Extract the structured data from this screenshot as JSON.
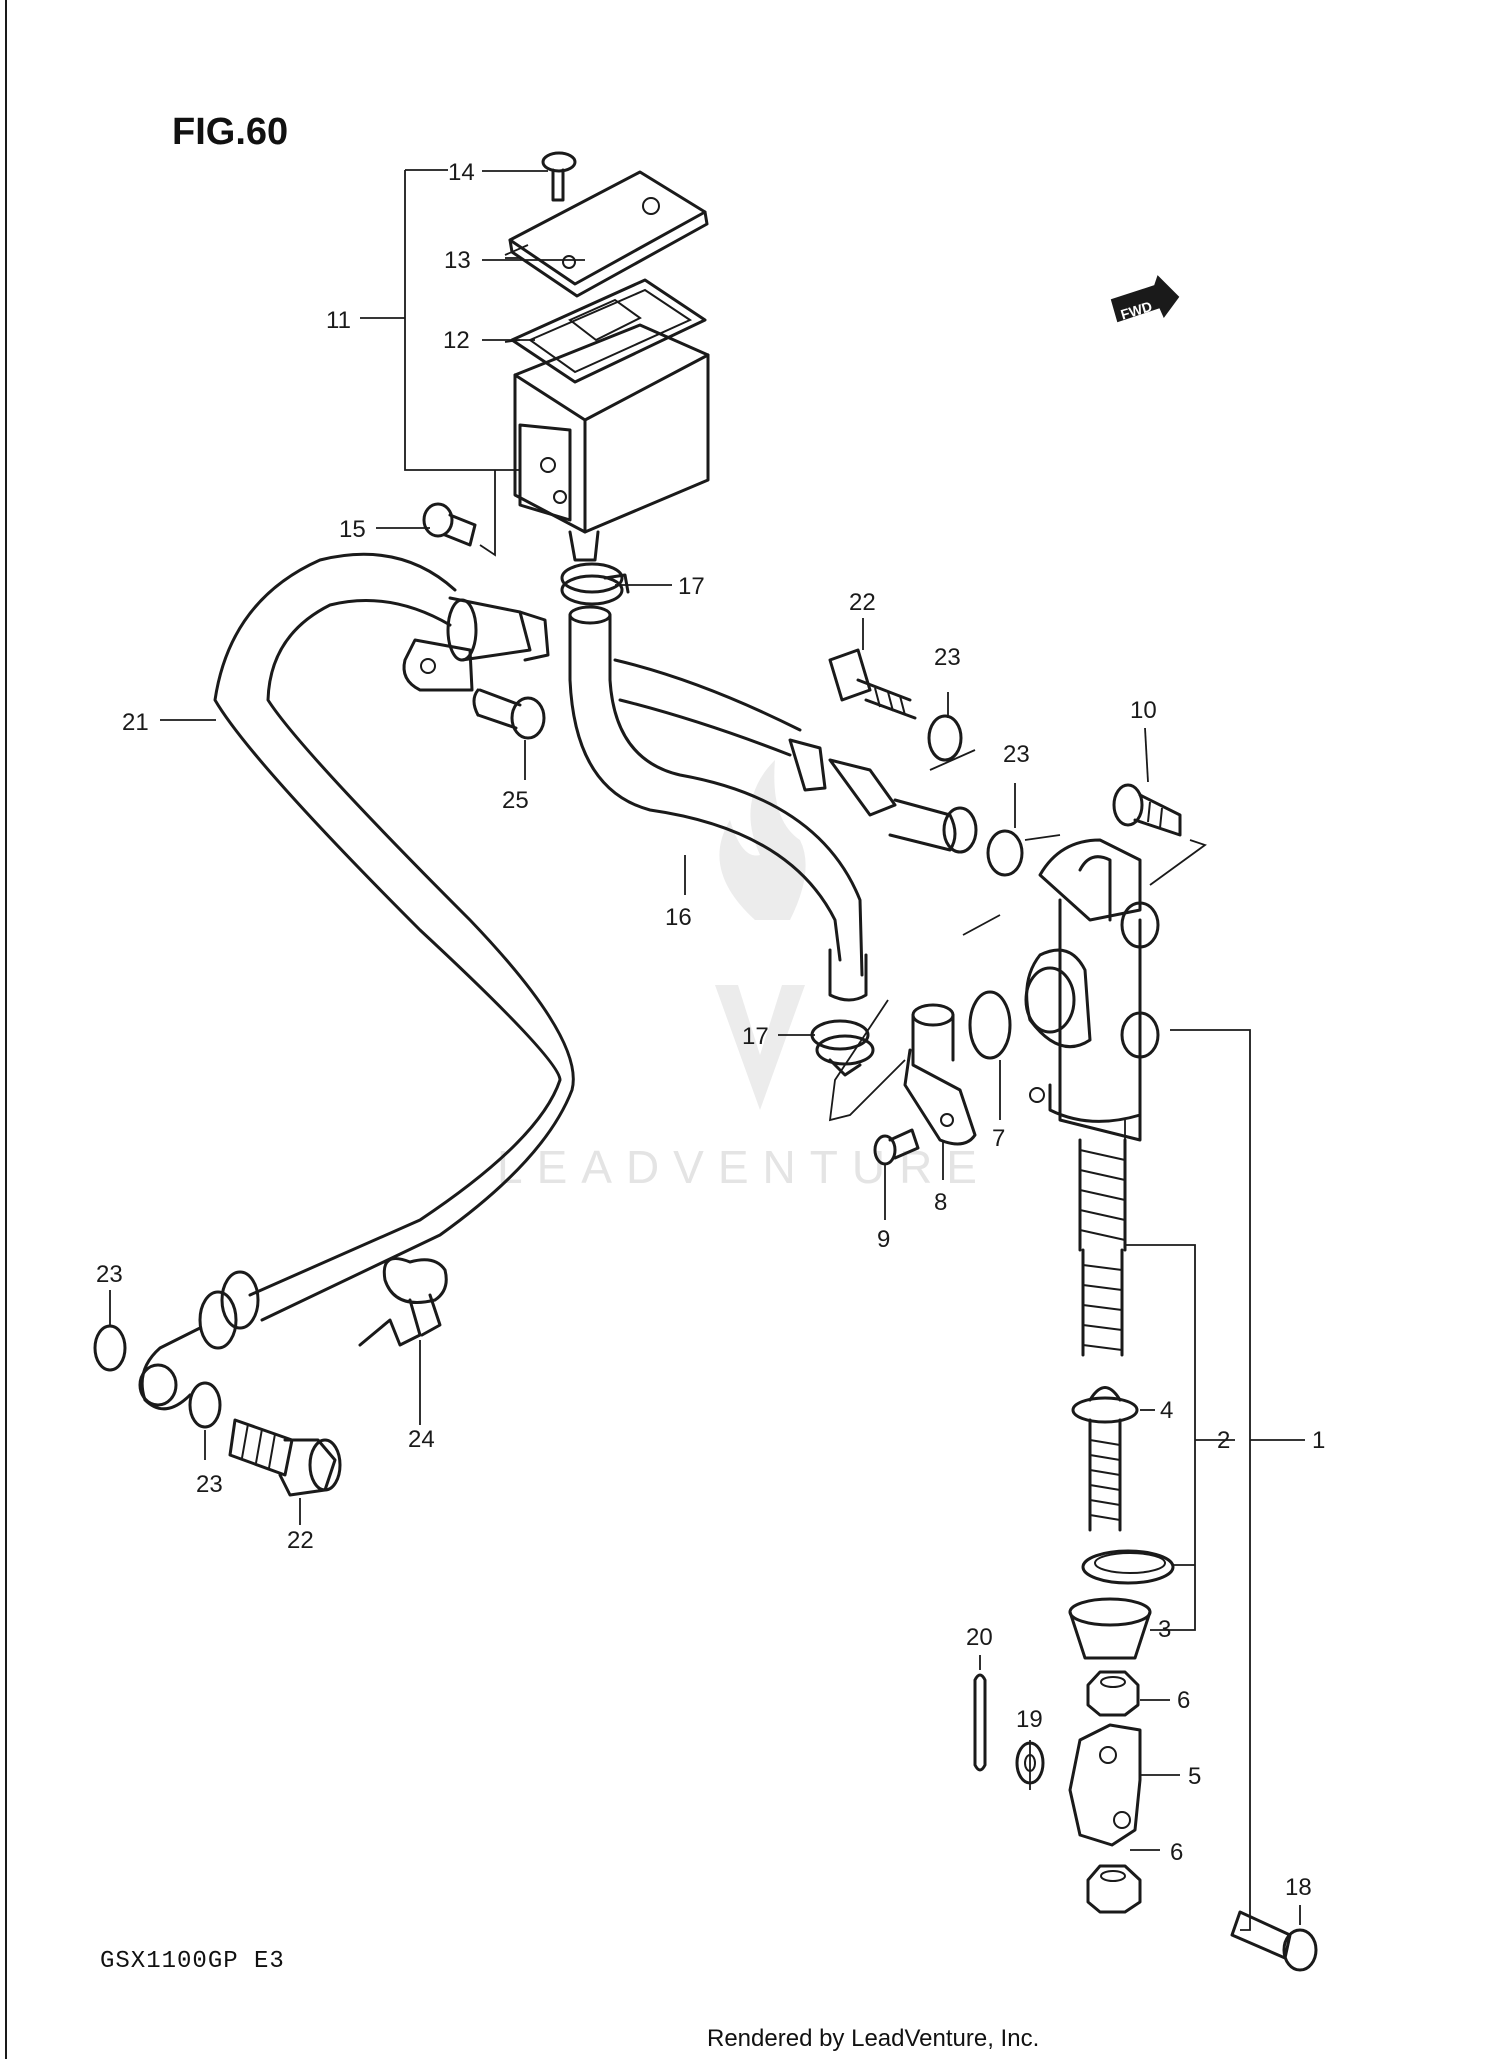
{
  "figure_label": "FIG.60",
  "model_code": "GSX1100GP  E3",
  "footer_text": "Rendered by LeadVenture, Inc.",
  "watermark_text": "LEADVENTURE",
  "fwd_badge": "FWD",
  "callouts": {
    "c1": "1",
    "c2": "2",
    "c3": "3",
    "c4": "4",
    "c5": "5",
    "c6a": "6",
    "c6b": "6",
    "c7": "7",
    "c8": "8",
    "c9": "9",
    "c10": "10",
    "c11": "11",
    "c12": "12",
    "c13": "13",
    "c14": "14",
    "c15": "15",
    "c16": "16",
    "c17a": "17",
    "c17b": "17",
    "c18": "18",
    "c19": "19",
    "c20": "20",
    "c21": "21",
    "c22a": "22",
    "c22b": "22",
    "c23a": "23",
    "c23b": "23",
    "c23c": "23",
    "c23d": "23",
    "c24": "24",
    "c25": "25"
  },
  "colors": {
    "line": "#1a1a1a",
    "watermark": "#e4e4e4"
  }
}
